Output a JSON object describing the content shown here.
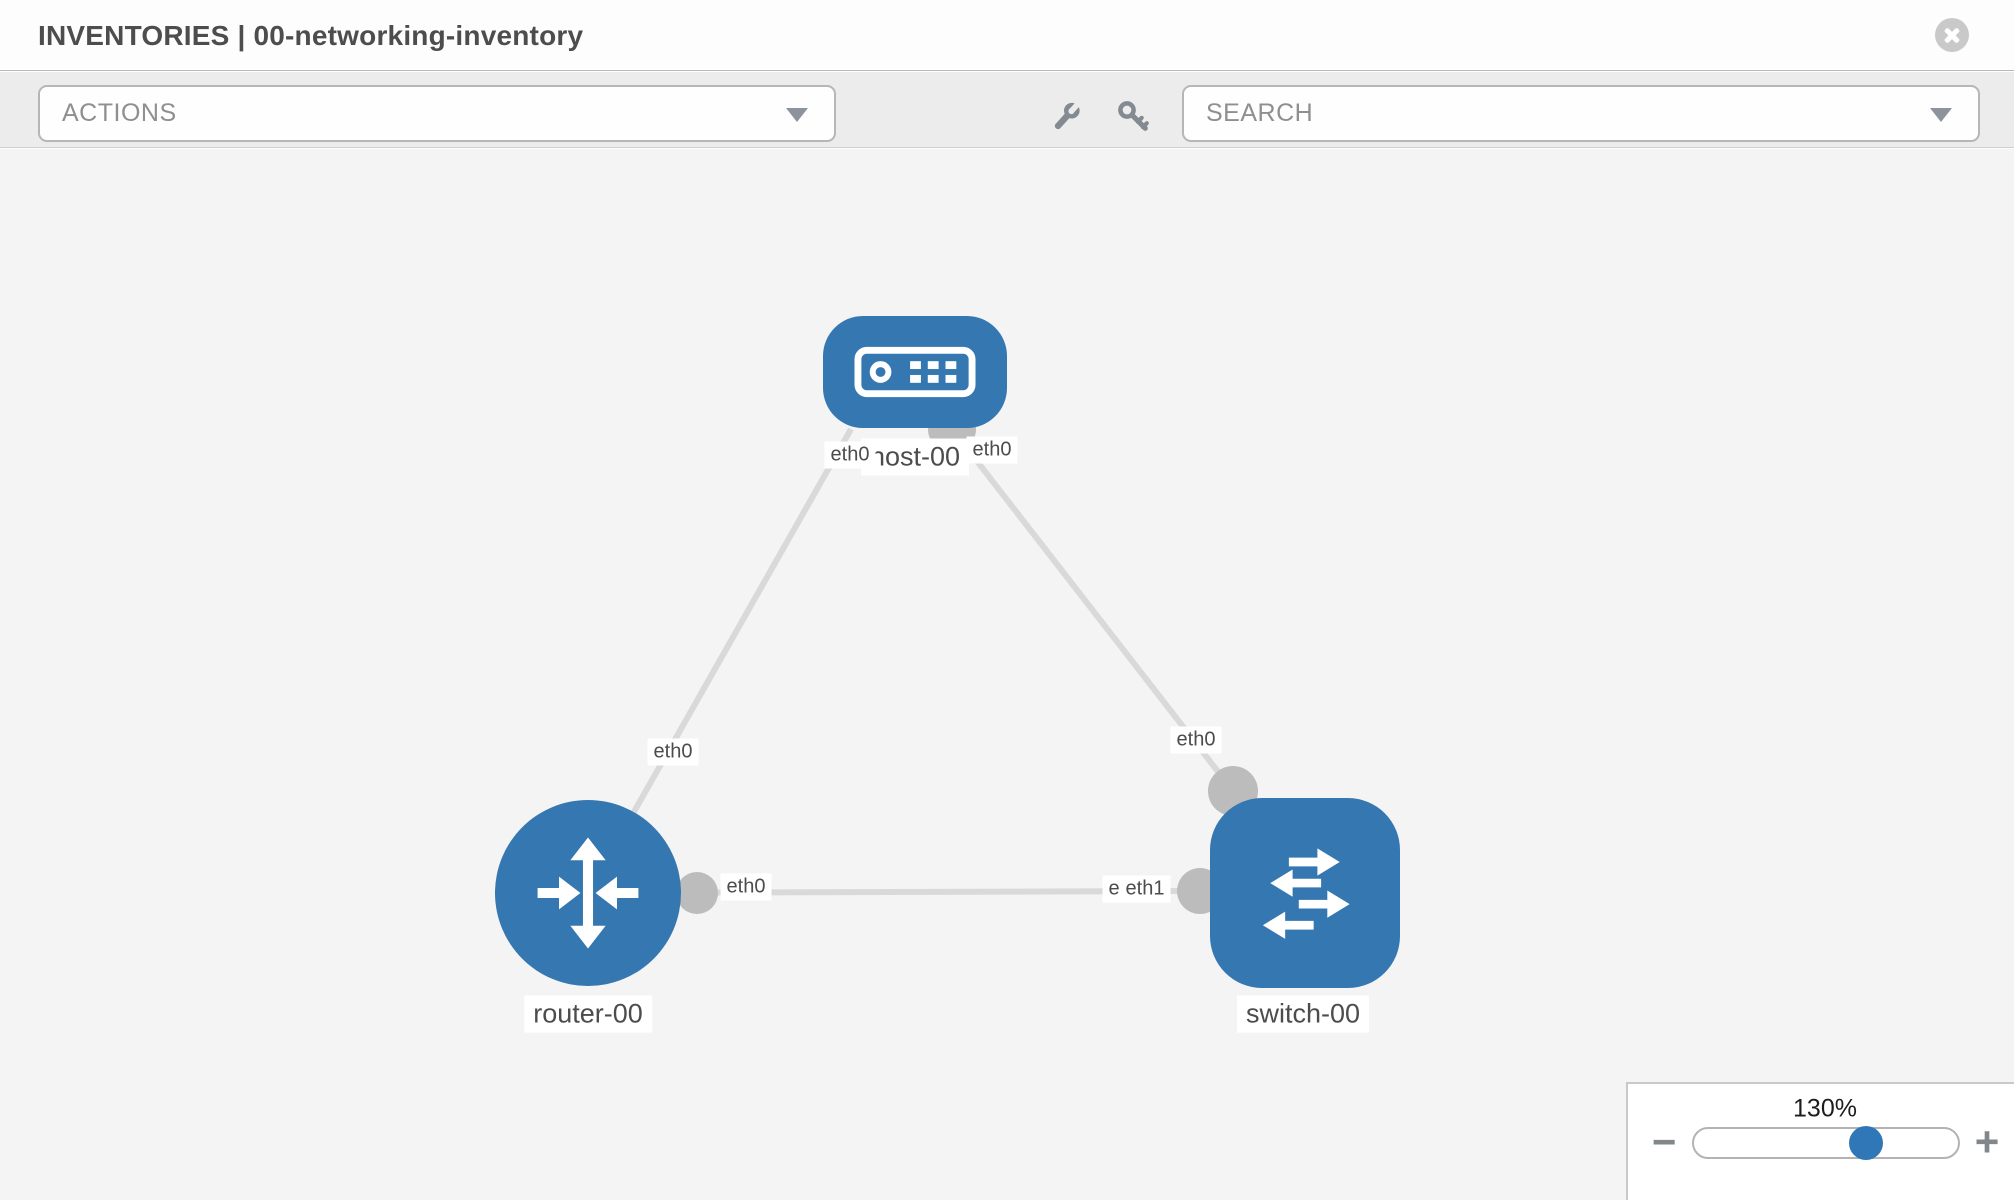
{
  "header": {
    "title": "INVENTORIES | 00-networking-inventory"
  },
  "toolbar": {
    "actions_label": "ACTIONS",
    "search_placeholder": "SEARCH"
  },
  "diagram": {
    "nodes": [
      {
        "label": "host-00",
        "type": "host"
      },
      {
        "label": "router-00",
        "type": "router"
      },
      {
        "label": "switch-00",
        "type": "switch"
      }
    ],
    "links": [
      {
        "from": "host-00",
        "to": "router-00",
        "from_interface": "eth0",
        "to_interface": "eth0"
      },
      {
        "from": "host-00",
        "to": "switch-00",
        "from_interface": "eth0",
        "to_interface": "eth0"
      },
      {
        "from": "router-00",
        "to": "switch-00",
        "from_interface": "eth0",
        "to_interface": "eth1"
      }
    ],
    "interface_labels": {
      "host_left": "eth0",
      "host_right": "eth0",
      "router_top": "eth0",
      "switch_top": "eth0",
      "router_right": "eth0",
      "switch_left_back": "eth0",
      "switch_left_front": "eth1"
    }
  },
  "zoom_control": {
    "level": "130%",
    "minus": "−",
    "plus": "+"
  },
  "colors": {
    "node_blue": "#3577b1",
    "link_gray": "#d9d9d9",
    "connector_gray": "#bcbcbc",
    "canvas_bg": "#f4f4f4",
    "toolbar_bg": "#ececec",
    "slider_knob_blue": "#2f77b7"
  }
}
